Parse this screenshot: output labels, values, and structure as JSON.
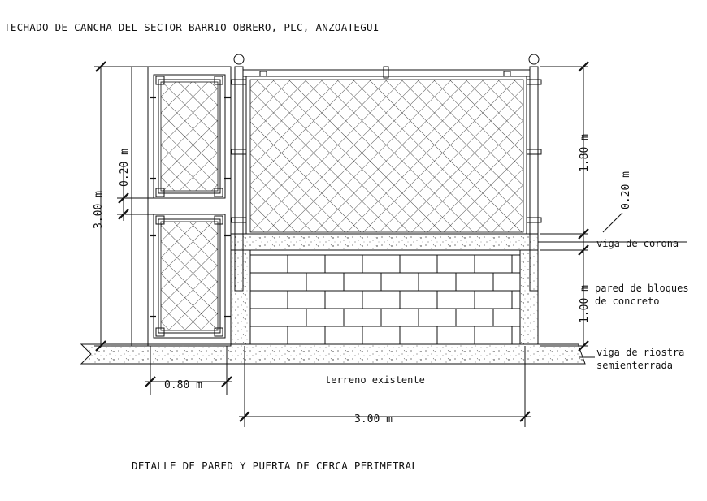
{
  "title": "TECHADO DE CANCHA DEL SECTOR BARRIO OBRERO, PLC, ANZOATEGUI",
  "caption": "DETALLE DE PARED Y PUERTA DE CERCA PERIMETRAL",
  "dimensions": {
    "total_height": "3.00 m",
    "gate_panel_gap": "0.20 m",
    "fence_height": "1.80 m",
    "beam_height": "0.20 m",
    "wall_height": "1.00 m",
    "gate_width": "0.80 m",
    "wall_width": "3.00 m"
  },
  "labels": {
    "crown_beam": "viga de corona",
    "block_wall_line1": "pared de bloques",
    "block_wall_line2": "de concreto",
    "tie_beam_line1": "viga de riostra",
    "tie_beam_line2": "semienterrada",
    "ground": "terreno existente"
  }
}
